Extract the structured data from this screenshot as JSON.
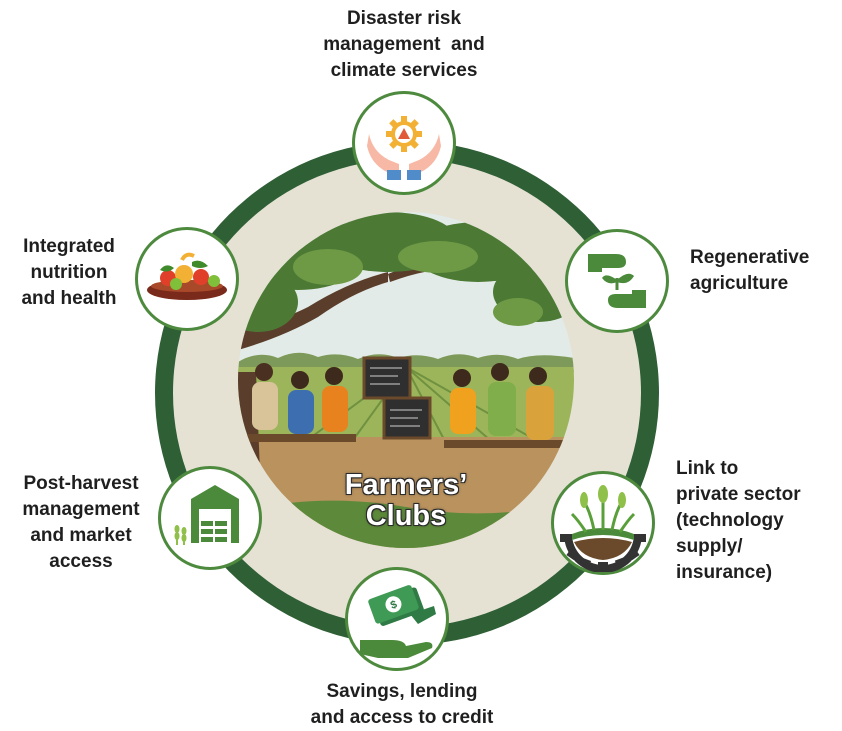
{
  "center": {
    "title_lines": [
      "Farmers’",
      "Clubs"
    ]
  },
  "colors": {
    "ring": "#2f5f35",
    "ring_inner": "#e5e2d4",
    "node_border": "#4d8a3e",
    "icon_green": "#4a8a3a",
    "text": "#1f1f1f"
  },
  "nodes": [
    {
      "id": "drm",
      "icon": "hands-gear-warning-icon",
      "lines": [
        "Disaster risk",
        "management  and",
        "climate services"
      ]
    },
    {
      "id": "regen",
      "icon": "hands-sprout-icon",
      "lines": [
        "Regenerative",
        "agriculture"
      ]
    },
    {
      "id": "private",
      "icon": "gear-crop-icon",
      "lines": [
        "Link to",
        "private sector",
        "(technology",
        "supply/",
        "insurance)"
      ]
    },
    {
      "id": "savings",
      "icon": "money-hands-icon",
      "lines": [
        "Savings, lending",
        "and access to credit"
      ]
    },
    {
      "id": "postharvest",
      "icon": "storehouse-icon",
      "lines": [
        "Post-harvest",
        "management",
        "and market",
        "access"
      ]
    },
    {
      "id": "nutrition",
      "icon": "fruit-bowl-icon",
      "lines": [
        "Integrated",
        "nutrition",
        "and health"
      ]
    }
  ]
}
